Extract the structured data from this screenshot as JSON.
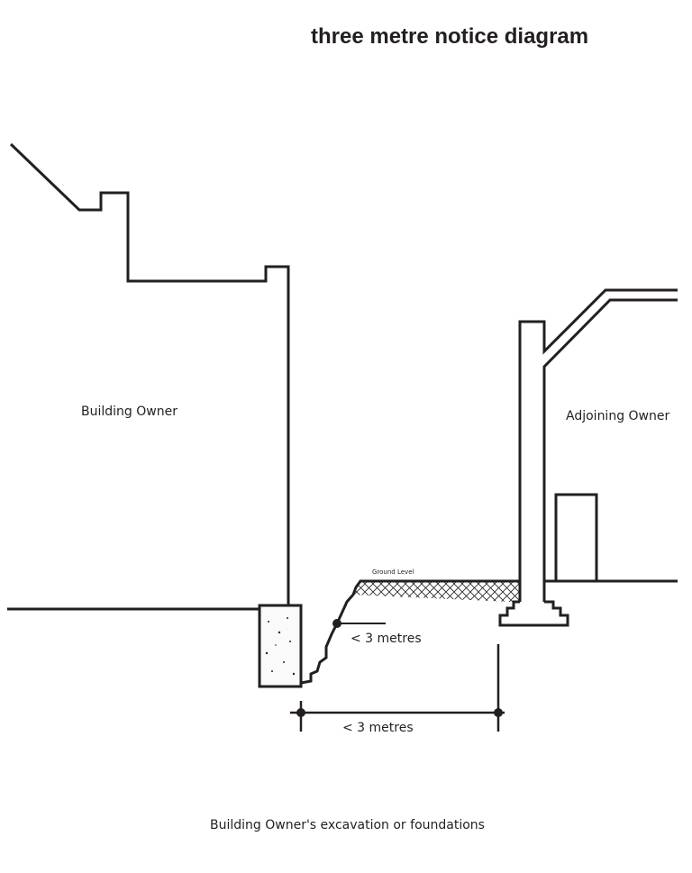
{
  "title": "three metre notice diagram",
  "labels": {
    "building_owner": "Building Owner",
    "adjoining_owner": "Adjoining Owner",
    "ground_level": "Ground Level",
    "distance_diagonal": "< 3 metres",
    "distance_horizontal": "< 3 metres",
    "caption": "Building Owner's excavation or foundations"
  },
  "colors": {
    "line": "#231f20",
    "background": "#ffffff"
  }
}
